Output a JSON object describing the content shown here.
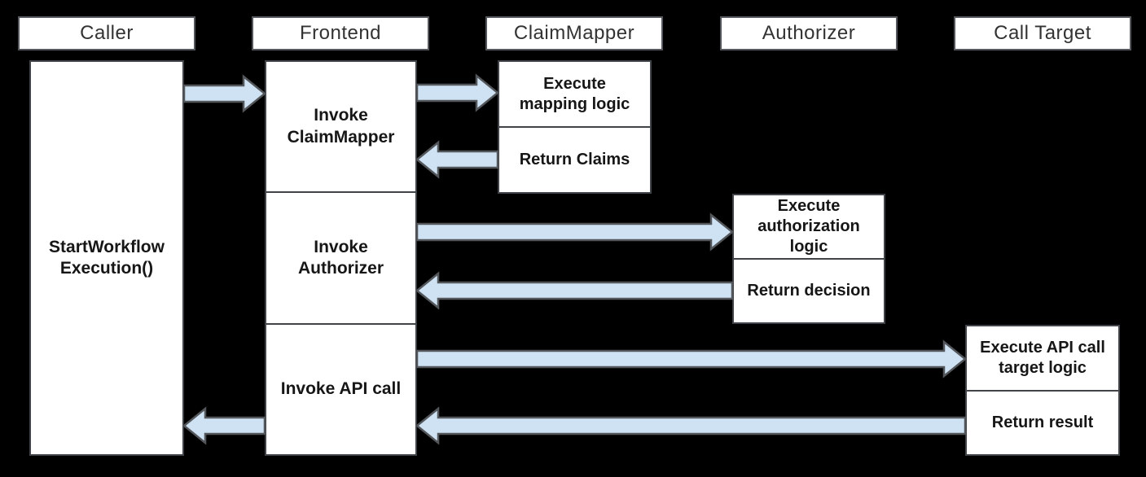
{
  "diagram": {
    "colors": {
      "background": "#000000",
      "box_fill": "#ffffff",
      "header_border": "#54575b",
      "cell_border": "#404347",
      "arrow_fill": "#cfe2f3",
      "arrow_stroke": "#53565a"
    },
    "lanes": [
      {
        "id": "caller",
        "label": "Caller"
      },
      {
        "id": "frontend",
        "label": "Frontend"
      },
      {
        "id": "claimmapper",
        "label": "ClaimMapper"
      },
      {
        "id": "authorizer",
        "label": "Authorizer"
      },
      {
        "id": "calltarget",
        "label": "Call Target"
      }
    ],
    "boxes": {
      "caller_activity": "StartWorkflow\nExecution()",
      "invoke_claimmapper": "Invoke\nClaimMapper",
      "invoke_authorizer": "Invoke\nAuthorizer",
      "invoke_api_call": "Invoke API call",
      "execute_mapping_logic": "Execute\nmapping logic",
      "return_claims": "Return Claims",
      "execute_authorization_logic": "Execute\nauthorization\nlogic",
      "return_decision": "Return decision",
      "execute_api_call_target_logic": "Execute API call\ntarget logic",
      "return_result": "Return result"
    },
    "arrows": [
      {
        "id": "caller-to-frontend",
        "from": "Caller",
        "to": "Frontend",
        "dir": "right"
      },
      {
        "id": "frontend-to-claimmapper",
        "from": "Frontend",
        "to": "ClaimMapper",
        "dir": "right"
      },
      {
        "id": "claimmapper-to-frontend",
        "from": "ClaimMapper",
        "to": "Frontend",
        "dir": "left"
      },
      {
        "id": "frontend-to-authorizer",
        "from": "Frontend",
        "to": "Authorizer",
        "dir": "right"
      },
      {
        "id": "authorizer-to-frontend",
        "from": "Authorizer",
        "to": "Frontend",
        "dir": "left"
      },
      {
        "id": "frontend-to-calltarget",
        "from": "Frontend",
        "to": "Call Target",
        "dir": "right"
      },
      {
        "id": "calltarget-to-frontend",
        "from": "Call Target",
        "to": "Frontend",
        "dir": "left"
      },
      {
        "id": "frontend-to-caller",
        "from": "Frontend",
        "to": "Caller",
        "dir": "left"
      }
    ]
  }
}
